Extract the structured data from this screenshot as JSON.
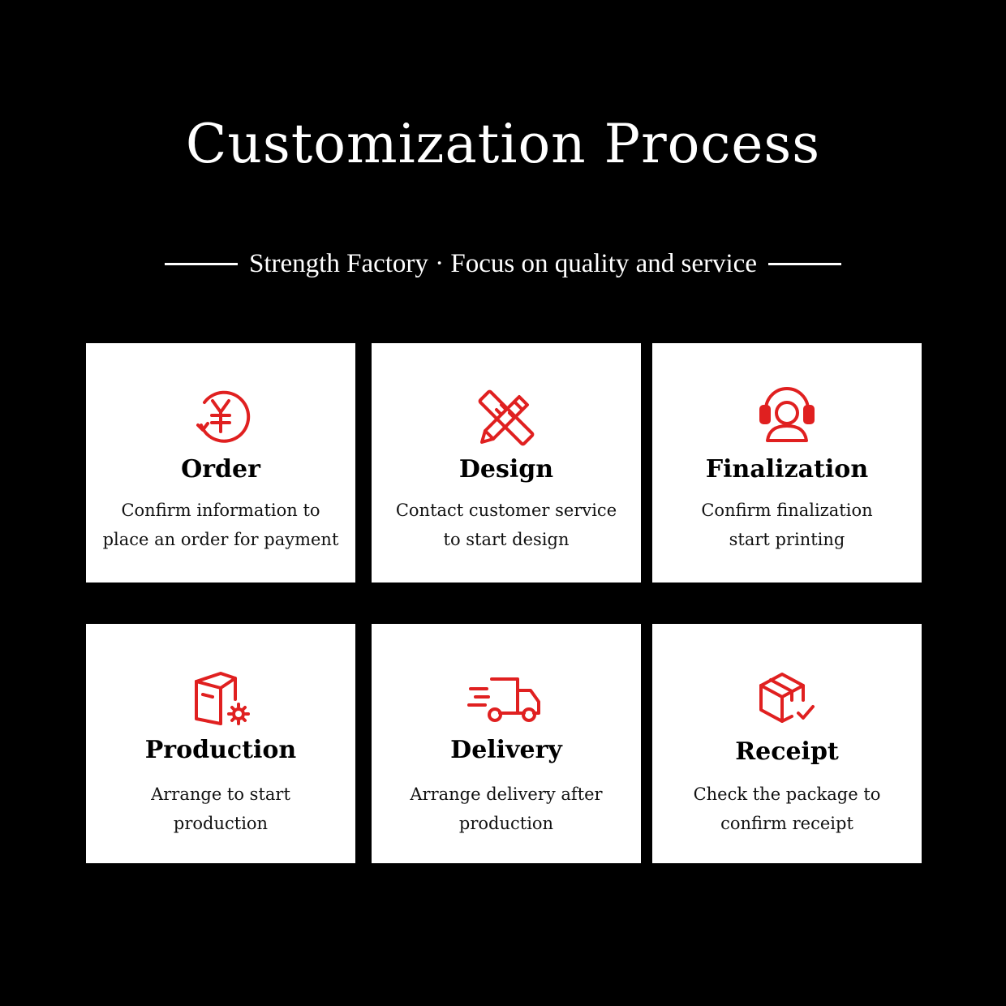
{
  "header": {
    "title": "Customization Process",
    "subtitle": "Strength Factory · Focus on quality and service"
  },
  "accent_color": "#e02020",
  "steps": [
    {
      "icon": "yen-circle-icon",
      "title": "Order",
      "desc_line1": "Confirm information to",
      "desc_line2": "place an order for payment"
    },
    {
      "icon": "pencil-ruler-icon",
      "title": "Design",
      "desc_line1": "Contact customer service",
      "desc_line2": "to start design"
    },
    {
      "icon": "headset-agent-icon",
      "title": "Finalization",
      "desc_line1": "Confirm finalization",
      "desc_line2": "start printing"
    },
    {
      "icon": "box-gear-icon",
      "title": "Production",
      "desc_line1": "Arrange to start",
      "desc_line2": "production"
    },
    {
      "icon": "delivery-truck-icon",
      "title": "Delivery",
      "desc_line1": "Arrange delivery after",
      "desc_line2": "production"
    },
    {
      "icon": "box-check-icon",
      "title": "Receipt",
      "desc_line1": "Check the package to",
      "desc_line2": "confirm receipt"
    }
  ]
}
